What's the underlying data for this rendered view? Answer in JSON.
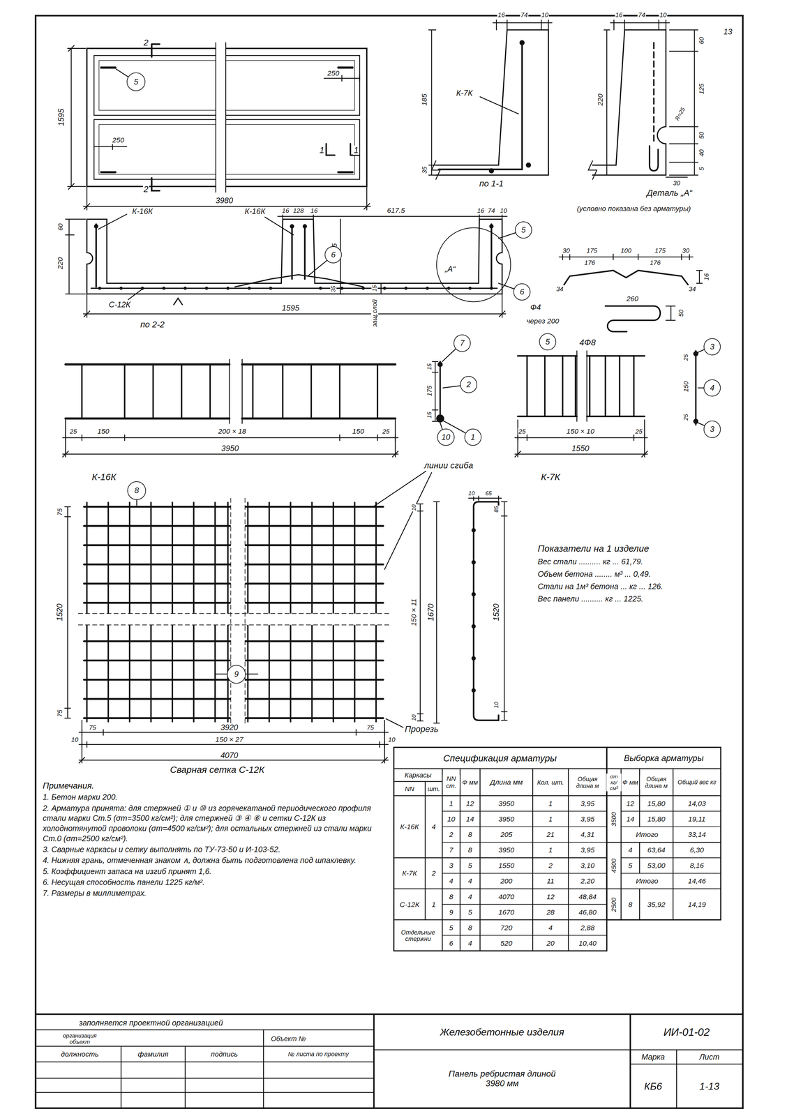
{
  "diagram": {
    "nodes": [
      {
        "text": [
          "5"
        ]
      },
      {
        "text": [
          "5"
        ]
      },
      {
        "text": [
          "6"
        ]
      },
      {
        "text": [
          "6"
        ]
      },
      {
        "text": [
          "7"
        ]
      },
      {
        "text": [
          "5"
        ]
      },
      {
        "text": [
          "3"
        ]
      },
      {
        "text": [
          "2"
        ]
      },
      {
        "text": [
          "4"
        ]
      },
      {
        "text": [
          "10"
        ]
      },
      {
        "text": [
          "1"
        ]
      },
      {
        "text": [
          "3"
        ]
      },
      {
        "text": [
          "8"
        ]
      },
      {
        "text": [
          "9"
        ]
      }
    ],
    "labels": [
      "13",
      "2",
      "2",
      "1595",
      "250",
      "250",
      "1",
      "1",
      "3980",
      "16",
      "74",
      "10",
      "К-7К",
      "185",
      "35",
      "по 1-1",
      "16",
      "74",
      "10",
      "220",
      "60",
      "125",
      "R=25",
      "50",
      "40",
      "5",
      "30",
      "Деталь „А“",
      "(условно показана без арматуры)",
      "60",
      "220",
      "К-16К",
      "К-16К",
      "16",
      "128",
      "16",
      "617.5",
      "16",
      "74",
      "10",
      "185",
      "35",
      "15",
      "защ.слой",
      "„А“",
      "С-12К",
      "1595",
      "по 2-2",
      "30",
      "175",
      "100",
      "175",
      "30",
      "176",
      "176",
      "34",
      "34",
      "16",
      "Ф4",
      "через 200",
      "260",
      "50",
      "4Ф8",
      "15",
      "175",
      "15",
      "25",
      "150",
      "200 × 18",
      "150",
      "25",
      "3950",
      "К-16К",
      "25",
      "150",
      "25",
      "25",
      "150 × 10",
      "25",
      "1550",
      "К-7К",
      "линии сгиба",
      "75",
      "1520",
      "75",
      "10",
      "150 × 11",
      "10",
      "1670",
      "75",
      "3920",
      "75",
      "10",
      "150 × 27",
      "10",
      "4070",
      "Сварная сетка С-12К",
      "Прорезь",
      "10",
      "65",
      "85",
      "1520",
      "10",
      "Показатели на 1 изделие",
      "Вес стали .......... кг ... 61,79.",
      "Объем бетона ........ м³ ... 0,49.",
      "Стали на 1м³ бетона ... кг ... 126.",
      "Вес панели .......... кг ... 1225.",
      "Примечания.",
      "1. Бетон марки 200.",
      "2. Арматура принята: для стержней ① и ⑩ из горячекатаной периодического профиля стали марки Ст.5 (σт=3500 кг/см²); для стержней ③ ④ ⑥ и сетки С-12К из холоднотянутой проволоки (σт=4500 кг/см²); для остальных стержней из стали марки Ст.0 (σт=2500 кг/см²).",
      "3. Сварные каркасы и сетку выполнять по ТУ-73-50 и И-103-52.",
      "4. Нижняя грань, отмеченная знаком ∧, должна быть подготовлена под шпаклевку.",
      "5. Коэффициент запаса на изгиб принят 1,6.",
      "6. Несущая способность панели 1225 кг/м².",
      "7. Размеры в миллиметрах.",
      "Спецификация арматуры",
      "Выборка арматуры",
      "Каркасы",
      "NN",
      "шт.",
      "NN ст.",
      "Ф мм",
      "Длина мм",
      "Кол. шт.",
      "Общая длина м",
      "σт кг/см²",
      "Ф мм",
      "Общая длина м",
      "Общий вес кг",
      "К-16К",
      "4",
      "1",
      "12",
      "3950",
      "1",
      "3,95",
      "10",
      "14",
      "3950",
      "1",
      "3,95",
      "2",
      "8",
      "205",
      "21",
      "4,31",
      "7",
      "8",
      "3950",
      "1",
      "3,95",
      "К-7К",
      "2",
      "3",
      "5",
      "1550",
      "2",
      "3,10",
      "4",
      "4",
      "200",
      "11",
      "2,20",
      "С-12К",
      "1",
      "8",
      "4",
      "4070",
      "12",
      "48,84",
      "9",
      "5",
      "1670",
      "28",
      "46,80",
      "Отдельные стержни",
      "5",
      "8",
      "720",
      "4",
      "2,88",
      "6",
      "4",
      "520",
      "20",
      "10,40",
      "3500",
      "12",
      "15,80",
      "14,03",
      "14",
      "15,80",
      "19,11",
      "Итого",
      "33,14",
      "4500",
      "4",
      "63,64",
      "6,30",
      "5",
      "53,00",
      "8,16",
      "Итого",
      "14,46",
      "2500",
      "8",
      "35,92",
      "14,19",
      "заполняется проектной организацией",
      "организация объект",
      "Объект №",
      "должность",
      "фамилия",
      "подпись",
      "№ листа по проекту",
      "Железобетонные изделия",
      "ИИ-01-02",
      "Панель ребристая длиной 3980 мм",
      "Марка",
      "Лист",
      "КБ6",
      "1-13"
    ]
  }
}
